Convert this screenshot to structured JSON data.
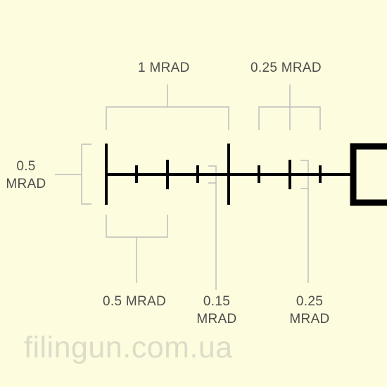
{
  "labels": {
    "top_left": "1 MRAD",
    "top_right": "0.25 MRAD",
    "left_line1": "0.5",
    "left_line2": "MRAD",
    "bottom_left": "0.5 MRAD",
    "bottom_mid_line1": "0.15",
    "bottom_mid_line2": "MRAD",
    "bottom_right_line1": "0.25",
    "bottom_right_line2": "MRAD"
  },
  "watermark": "filingun.com.ua",
  "colors": {
    "background": "#fdfcde",
    "reticle": "#000000",
    "bracket": "#bdbdbd",
    "label_text": "#4d4d4d",
    "watermark": "#dddcc8"
  }
}
